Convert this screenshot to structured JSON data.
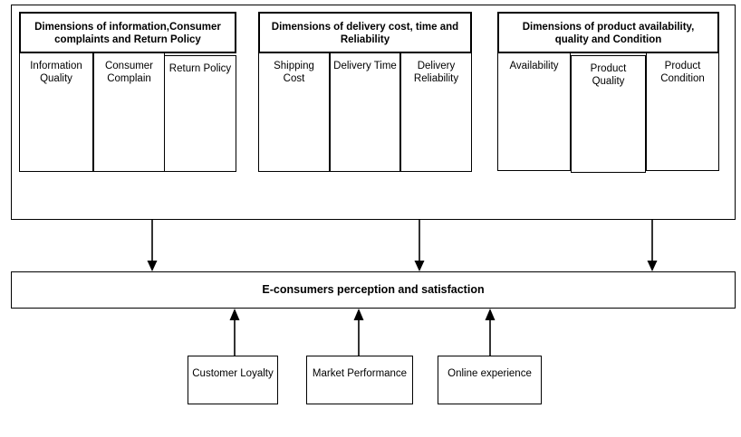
{
  "diagram": {
    "title_text": "E-consumers perception and satisfaction",
    "groups": [
      {
        "header": "Dimensions of information,Consumer complaints and Return Policy",
        "items": [
          "Information Quality",
          "Consumer Complain",
          "Return Policy"
        ]
      },
      {
        "header": "Dimensions of delivery cost, time and Reliability",
        "items": [
          "Shipping Cost",
          "Delivery Time",
          "Delivery Reliability"
        ]
      },
      {
        "header": "Dimensions of product availability, quality and Condition",
        "items": [
          "Availability",
          "Product Quality",
          "Product Condition"
        ]
      }
    ],
    "banner": {
      "label": "E-consumers perception and satisfaction"
    },
    "outcomes": [
      {
        "label": "Customer Loyalty"
      },
      {
        "label": "Market Performance"
      },
      {
        "label": "Online experience"
      }
    ],
    "colors": {
      "stroke": "#000000",
      "background": "#ffffff",
      "text": "#000000"
    }
  }
}
